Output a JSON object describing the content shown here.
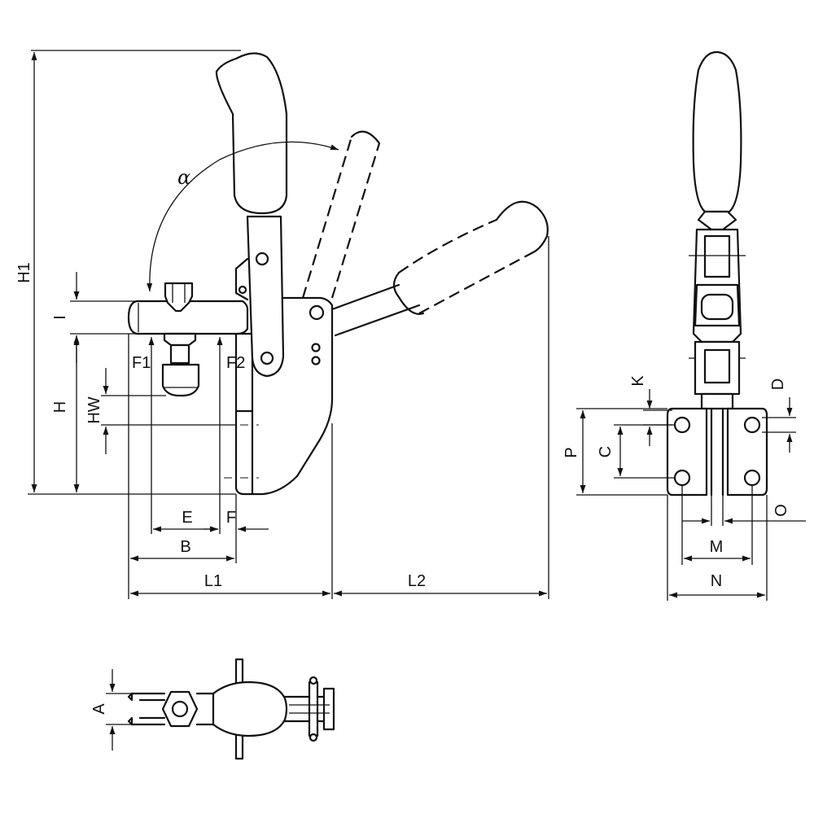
{
  "drawing": {
    "dimensions": {
      "H1": "H1",
      "I": "I",
      "H": "H",
      "HW": "HW",
      "F1": "F1",
      "F2": "F2",
      "E": "E",
      "F": "F",
      "B": "B",
      "L1": "L1",
      "L2": "L2",
      "alpha": "α",
      "K": "K",
      "D": "D",
      "P": "P",
      "C": "C",
      "O": "O",
      "M": "M",
      "N": "N",
      "A": "A"
    }
  }
}
